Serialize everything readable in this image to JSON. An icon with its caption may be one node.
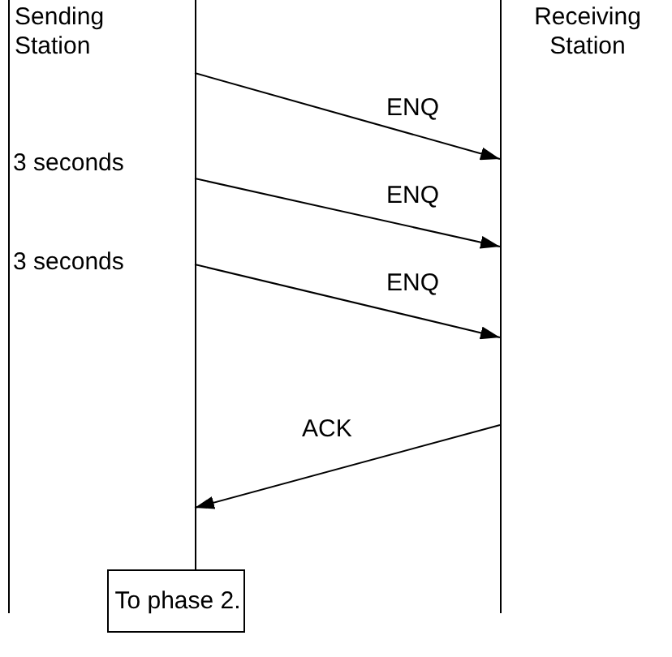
{
  "diagram": {
    "nodes": [
      {
        "text": [
          "Sending Station"
        ]
      },
      {
        "text": [
          "Receiving Station"
        ]
      },
      {
        "text": [
          "To phase 2."
        ]
      }
    ],
    "edges": [
      {
        "from": 0,
        "to": 1,
        "arrow": "to",
        "label": "ENQ"
      },
      {
        "from": 0,
        "to": 1,
        "arrow": "to",
        "label": "ENQ"
      },
      {
        "from": 0,
        "to": 1,
        "arrow": "to",
        "label": "ENQ"
      },
      {
        "from": 1,
        "to": 0,
        "arrow": "to",
        "label": "ACK"
      }
    ],
    "labels": [
      "3 seconds",
      "3 seconds"
    ]
  }
}
